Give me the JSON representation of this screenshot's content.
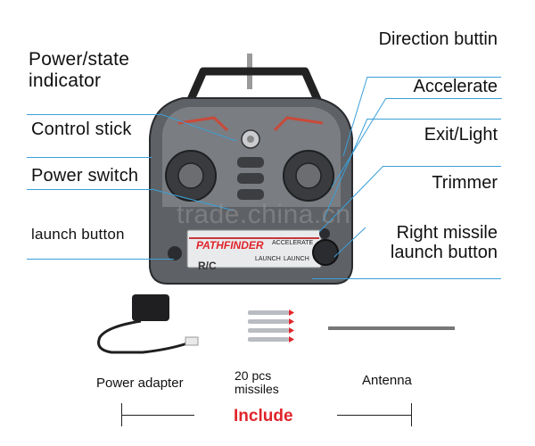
{
  "labels": {
    "power_state_indicator": "Power/state\nindicator",
    "control_stick": "Control stick",
    "power_switch": "Power switch",
    "left_launch_button": "launch button",
    "direction_button": "Direction buttin",
    "accelerate": "Accelerate",
    "exit_light": "Exit/Light",
    "trimmer": "Trimmer",
    "right_missile_launch_button": "Right missile\nlaunch button"
  },
  "panel": {
    "brand": "PATHFINDER",
    "accelerate_small": "ACCELERATE",
    "rc": "R/C",
    "launch_left": "LAUNCH",
    "launch_right": "LAUNCH"
  },
  "watermark": "trade.china.cn",
  "accessories": {
    "power_adapter": "Power adapter",
    "missiles": "20 pcs\nmissiles",
    "antenna": "Antenna",
    "include": "Include"
  },
  "colors": {
    "leader_line": "#3aa0d8",
    "include_text": "#e0252b",
    "brand_text": "#e0252b"
  }
}
